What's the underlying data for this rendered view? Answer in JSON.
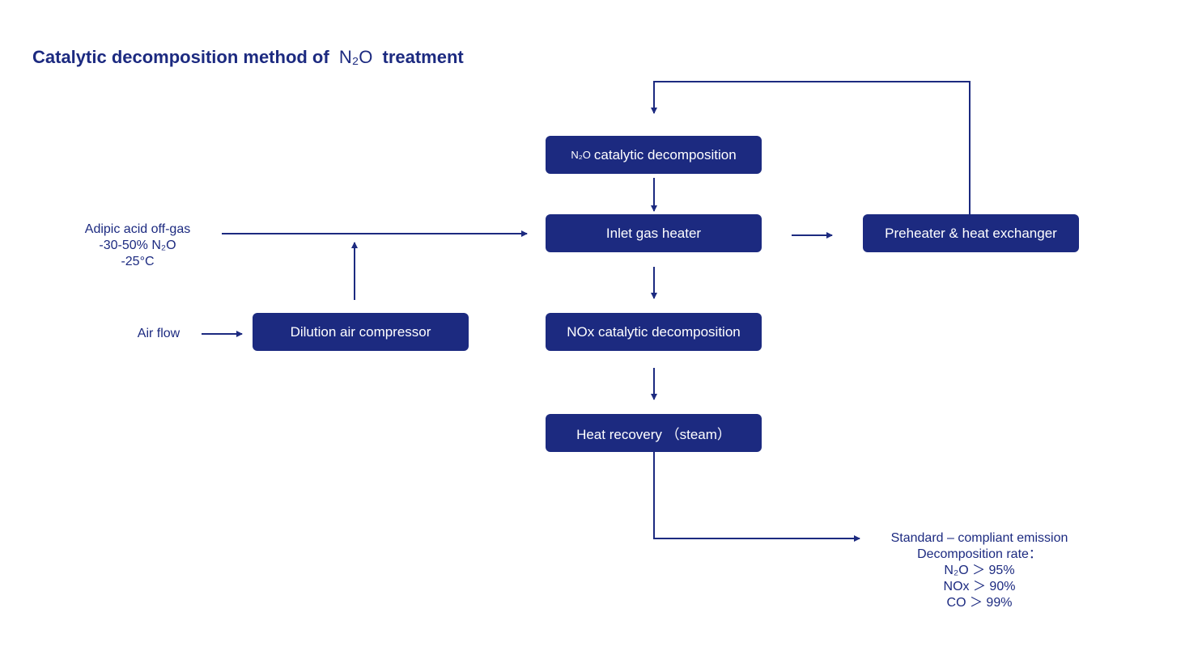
{
  "title": {
    "prefix": "Catalytic decomposition method of",
    "chem": "N₂O",
    "suffix": "treatment"
  },
  "boxes": {
    "n2o_catalytic": {
      "chem": "N₂O",
      "label": "catalytic decomposition"
    },
    "inlet_heater": "Inlet gas heater",
    "preheater": "Preheater & heat exchanger",
    "dilution_compressor": "Dilution air compressor",
    "nox_catalytic": "NOx catalytic decomposition",
    "heat_recovery": "Heat recovery （steam）"
  },
  "inputs": {
    "offgas_line1": "Adipic acid off-gas",
    "offgas_line2": "-30-50% N₂O",
    "offgas_line3": "-25°C",
    "air_flow": "Air flow"
  },
  "output": {
    "line1": "Standard – compliant emission",
    "line2": "Decomposition rate：",
    "line3": "N₂O ＞ 95%",
    "line4": "NOx ＞ 90%",
    "line5": "CO ＞ 99%"
  },
  "colors": {
    "primary": "#1c2a80",
    "box_text": "#ffffff",
    "background": "#ffffff"
  }
}
